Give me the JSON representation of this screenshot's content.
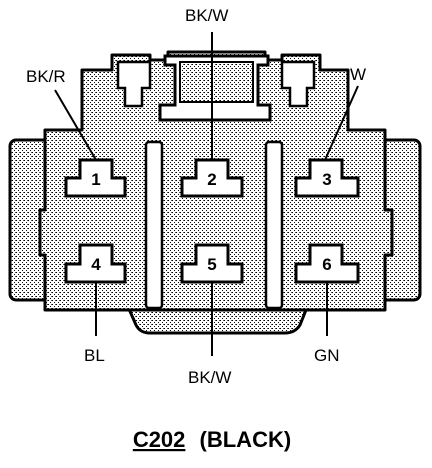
{
  "connector": {
    "id": "C202",
    "color_note": "(BLACK)"
  },
  "pins": [
    {
      "number": "1",
      "wire": "BK/R"
    },
    {
      "number": "2",
      "wire": "BK/W"
    },
    {
      "number": "3",
      "wire": "W"
    },
    {
      "number": "4",
      "wire": "BL"
    },
    {
      "number": "5",
      "wire": "BK/W"
    },
    {
      "number": "6",
      "wire": "GN"
    }
  ]
}
